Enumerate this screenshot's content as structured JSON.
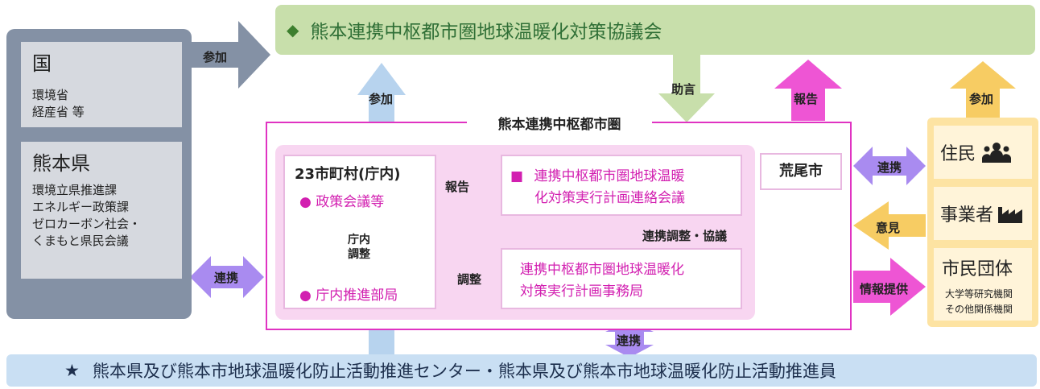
{
  "national": {
    "title": "国",
    "lines": [
      "環境省",
      "経産省 等"
    ]
  },
  "prefecture": {
    "title": "熊本県",
    "lines": [
      "環境立県推進課",
      "エネルギー政策課",
      "ゼロカーボン社会・",
      "くまもと県民会議"
    ]
  },
  "council": {
    "bullet": "◆",
    "label": "熊本連携中枢都市圏地球温暖化対策協議会"
  },
  "area_title": "熊本連携中枢都市圏",
  "municipalities": {
    "title": "23市町村(庁内)",
    "item1": "● 政策会議等",
    "coord_label_1": "庁内",
    "coord_label_2": "調整",
    "item2": "● 庁内推進部局"
  },
  "liaison_meeting": {
    "bullet": "■",
    "line1": "連携中枢都市圏地球温暖",
    "line2": "化対策実行計画連絡会議"
  },
  "secretariat": {
    "line1": "連携中枢都市圏地球温暖化",
    "line2": "対策実行計画事務局"
  },
  "arao": "荒尾市",
  "citizens": {
    "residents": "住民",
    "business": "事業者",
    "groups": "市民団体",
    "groups_sub1": "大学等研究機関",
    "groups_sub2": "その他関係機関"
  },
  "center_bar": {
    "bullet": "★",
    "label": "熊本県及び熊本市地球温暖化防止活動推進センター・熊本県及び熊本市地球温暖化防止活動推進員"
  },
  "arrow_labels": {
    "participate_national": "参加",
    "participate_center": "参加",
    "advice": "助言",
    "report_up": "報告",
    "participate_citizens": "参加",
    "report_internal": "報告",
    "coordinate": "調整",
    "coordination_consultation": "連携調整・協議",
    "link_left": "連携",
    "link_right": "連携",
    "opinion": "意見",
    "info_provision": "情報提供",
    "link_bottom": "連携"
  },
  "colors": {
    "slate": "#8491a5",
    "lightblue": "#b7d3ee",
    "green": "#c8dfab",
    "magenta": "#ee55d4",
    "purple": "#a98bf0",
    "gold": "#f7cc63"
  }
}
